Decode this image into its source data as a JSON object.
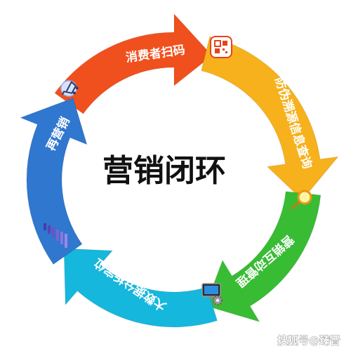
{
  "center_title": "营销闭环",
  "watermark": "搜狐号@臻晋",
  "segments": [
    {
      "id": "consumer-scan",
      "label": "消费者扫码",
      "color": "#f0501e",
      "icon": "qr-code-icon"
    },
    {
      "id": "traceability-query",
      "label": "防伪溯源信息查询",
      "color": "#f6b11c",
      "icon": "magnifier-icon"
    },
    {
      "id": "marketing-interaction",
      "label": "营销互动管理",
      "color": "#38bc34",
      "icon": "monitor-gear-icon"
    },
    {
      "id": "big-data-positioning",
      "label": "大数据分析定位",
      "color": "#16b7dc",
      "icon": "bar-chart-icon"
    },
    {
      "id": "remarketing",
      "label": "再营销",
      "color": "#2f77cf",
      "icon": "shopping-cart-icon"
    }
  ]
}
